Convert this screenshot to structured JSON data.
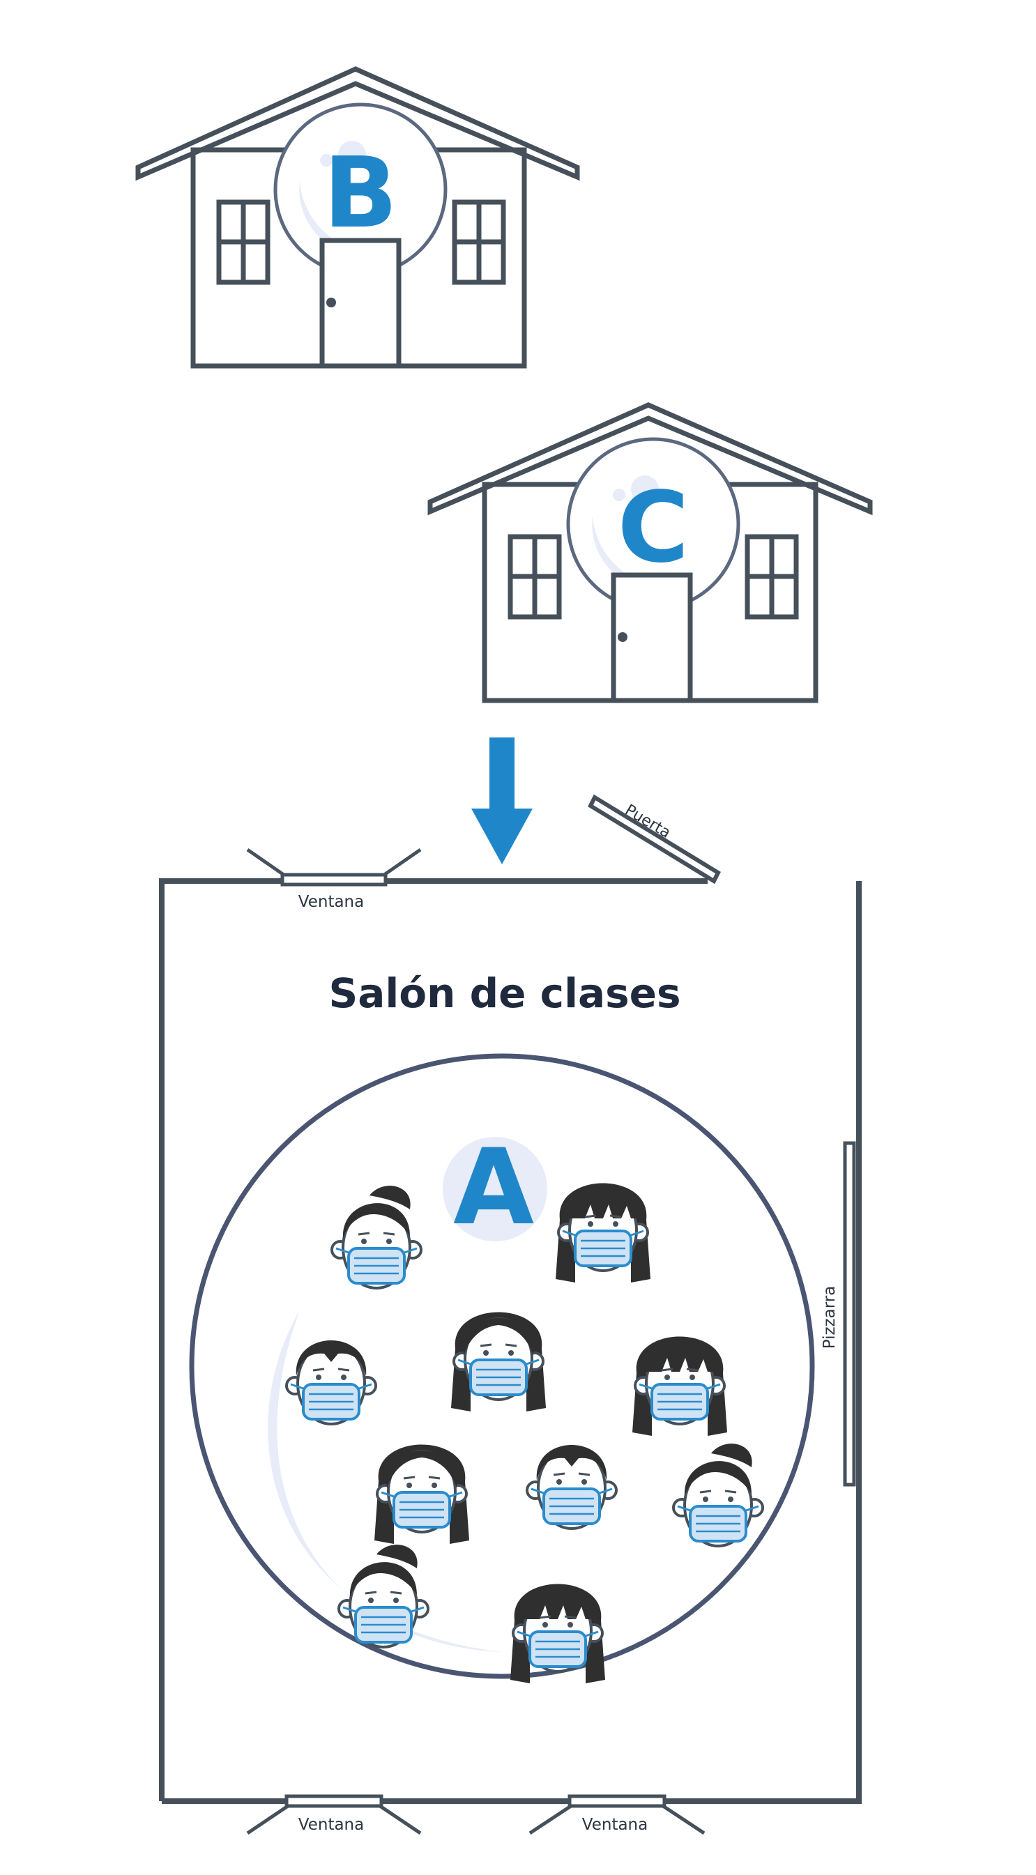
{
  "houses": [
    {
      "id": "b",
      "letter": "B"
    },
    {
      "id": "c",
      "letter": "C"
    }
  ],
  "classroom": {
    "title": "Salón de clases",
    "group_letter": "A",
    "door_label": "Puerta",
    "board_label": "Pizzarra",
    "windows": [
      {
        "id": "top",
        "label": "Ventana"
      },
      {
        "id": "bottom-left",
        "label": "Ventana"
      },
      {
        "id": "bottom-right",
        "label": "Ventana"
      }
    ],
    "students": [
      {
        "id": "s1",
        "hair": "ponytail"
      },
      {
        "id": "s2",
        "hair": "long-bangs"
      },
      {
        "id": "s3",
        "hair": "short"
      },
      {
        "id": "s4",
        "hair": "long-part"
      },
      {
        "id": "s5",
        "hair": "long-bangs"
      },
      {
        "id": "s6",
        "hair": "long-part"
      },
      {
        "id": "s7",
        "hair": "short"
      },
      {
        "id": "s8",
        "hair": "ponytail"
      },
      {
        "id": "s9",
        "hair": "ponytail"
      },
      {
        "id": "s10",
        "hair": "long-bangs"
      }
    ]
  },
  "colors": {
    "line": "#46505a",
    "accent": "#1f87c9",
    "bubble": "#e7ecf8",
    "mask": "#cfe3f5",
    "mask_stroke": "#2b8ccd",
    "hair": "#2f2f2f",
    "title": "#1f2a3e"
  },
  "icons": {
    "arrow": "arrow-down-icon",
    "house": "house-icon",
    "student": "masked-student-icon"
  }
}
